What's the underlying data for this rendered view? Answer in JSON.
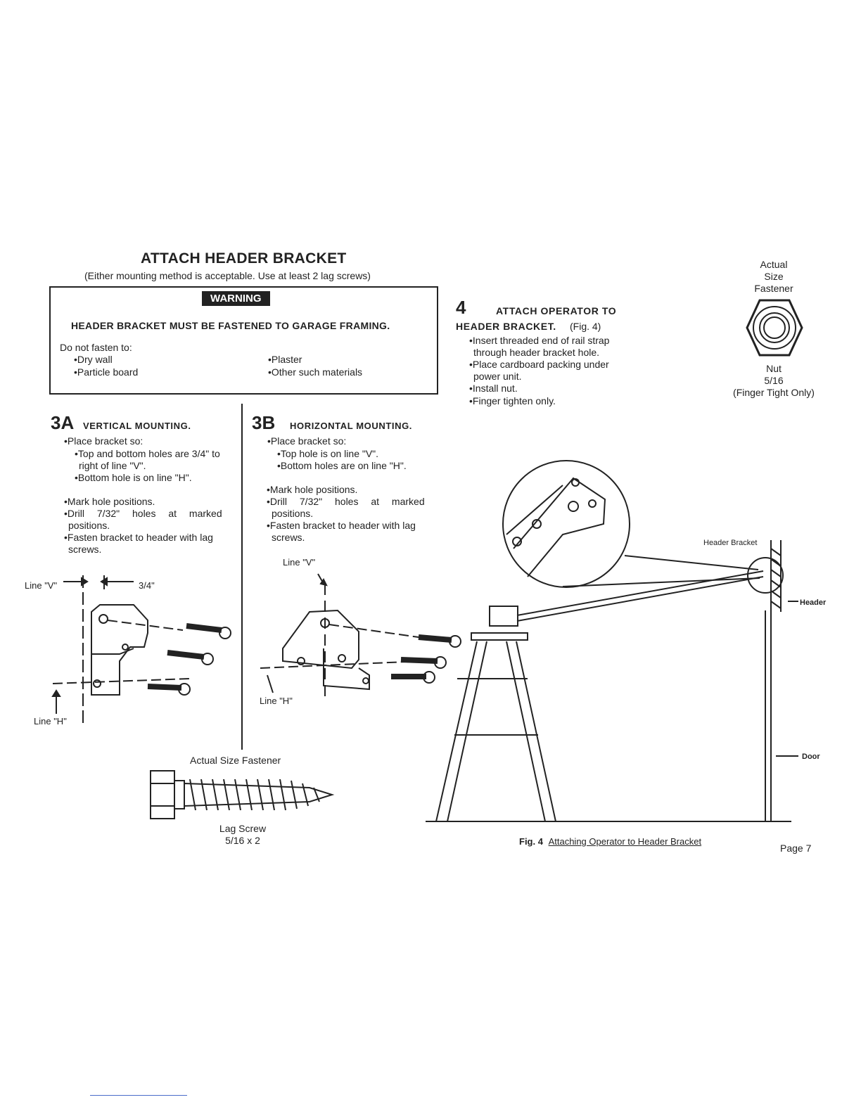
{
  "header": {
    "title": "ATTACH HEADER BRACKET",
    "subtitle": "(Either mounting method is acceptable. Use at least 2 lag screws)"
  },
  "warning": {
    "label": "WARNING",
    "heading": "HEADER BRACKET MUST BE FASTENED TO GARAGE FRAMING.",
    "intro": "Do not fasten to:",
    "items_left": [
      "•Dry wall",
      "•Particle board"
    ],
    "items_right": [
      "•Plaster",
      "•Other such materials"
    ]
  },
  "step3a": {
    "number": "3A",
    "heading": "VERTICAL MOUNTING.",
    "lines": [
      "•Place bracket so:",
      "•Top and bottom holes are 3/4\" to",
      "right of line \"V\".",
      "•Bottom hole is on line \"H\".",
      "•Mark hole positions.",
      "•Drill 7/32\" holes at marked",
      "positions.",
      "•Fasten bracket to header with lag",
      "screws."
    ],
    "line_v": "Line \"V\"",
    "line_h": "Line \"H\"",
    "offset": "3/4\""
  },
  "step3b": {
    "number": "3B",
    "heading": "HORIZONTAL MOUNTING.",
    "lines": [
      "•Place bracket so:",
      "•Top hole is on line \"V\".",
      "•Bottom holes are on line \"H\".",
      "•Mark hole positions.",
      "•Drill 7/32\" holes at marked",
      "positions.",
      "•Fasten bracket to header with lag",
      "screws."
    ],
    "line_v": "Line \"V\"",
    "line_h": "Line \"H\""
  },
  "step4": {
    "number": "4",
    "heading": "ATTACH OPERATOR TO",
    "heading2": "HEADER BRACKET.",
    "fig_ref": "(Fig. 4)",
    "lines": [
      "•Insert threaded end of rail strap",
      "through header bracket hole.",
      "•Place cardboard packing under",
      "power unit.",
      "•Install nut.",
      "•Finger tighten only."
    ]
  },
  "nut": {
    "caption_top": [
      "Actual",
      "Size",
      "Fastener"
    ],
    "caption_bottom": [
      "Nut",
      "5/16",
      "(Finger Tight Only)"
    ]
  },
  "lag_screw": {
    "caption_top": "Actual  Size Fastener",
    "caption_bottom": [
      "Lag Screw",
      "5/16 x 2"
    ]
  },
  "figure4": {
    "label_header_bracket": "Header Bracket",
    "label_header": "Header",
    "label_door": "Door",
    "caption_num": "Fig. 4",
    "caption_text": "Attaching Operator to Header Bracket"
  },
  "footer": {
    "page": "Page 7"
  }
}
